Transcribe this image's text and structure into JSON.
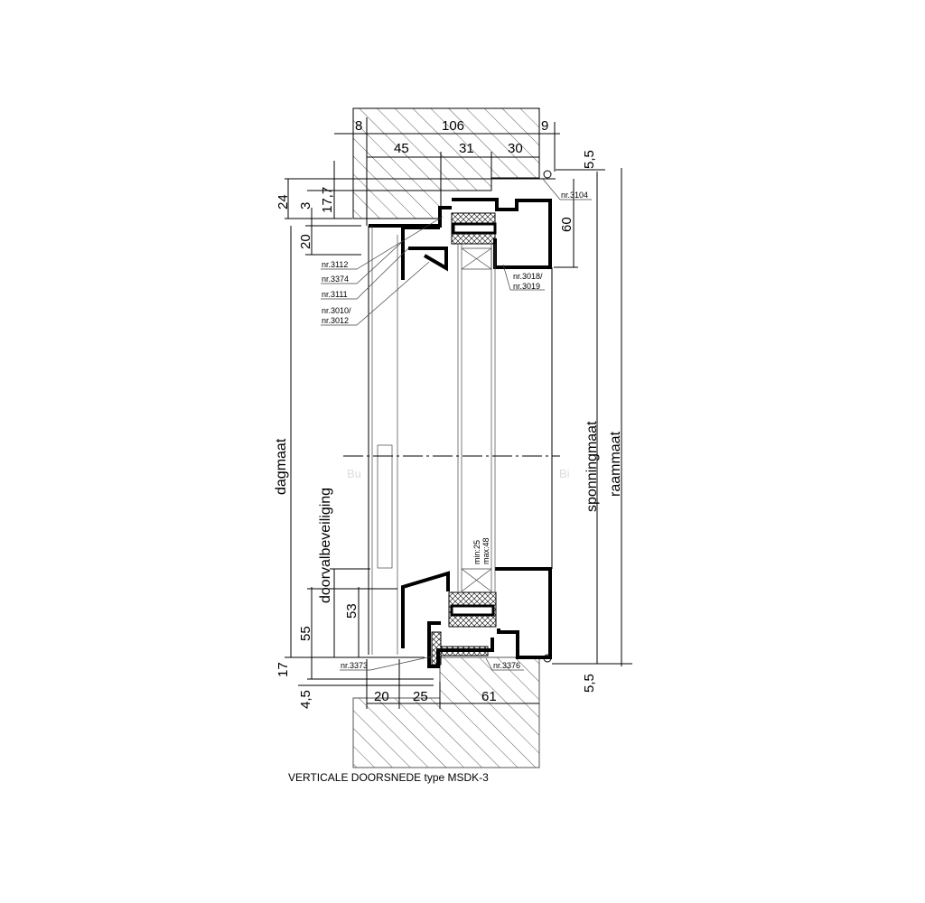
{
  "caption": "VERTICALE DOORSNEDE type  MSDK-3",
  "top_dims": {
    "d8": "8",
    "d106": "106",
    "d9": "9",
    "d45": "45",
    "d31": "31",
    "d30": "30",
    "d5_5": "5,5"
  },
  "left_top_dims": {
    "d24": "24",
    "d3": "3",
    "d17_7": "17,7",
    "d20": "20"
  },
  "right_dims": {
    "d60": "60",
    "d5_5_bottom": "5,5"
  },
  "vertical_labels": {
    "dagmaat": "dagmaat",
    "doorvalbeveiliging": "doorvalbeveiliging",
    "sponningmaat": "sponningmaat",
    "raammaat": "raammaat"
  },
  "bottom_dims": {
    "d53": "53",
    "d55": "55",
    "d17": "17",
    "d4_5": "4,5",
    "d20": "20",
    "d25": "25",
    "d61": "61"
  },
  "glass": {
    "min": "min:25",
    "max": "max:48"
  },
  "side_marks": {
    "outside": "Bu",
    "inside": "Bi"
  },
  "part_labels": {
    "p3104": "nr.3104",
    "p3112": "nr.3112",
    "p3374": "nr.3374",
    "p3111": "nr.3111",
    "p3010a": "nr.3010/",
    "p3010b": "nr.3012",
    "p3018a": "nr.3018/",
    "p3018b": "nr.3019",
    "p3373": "nr.3373",
    "p3376": "nr.3376"
  }
}
